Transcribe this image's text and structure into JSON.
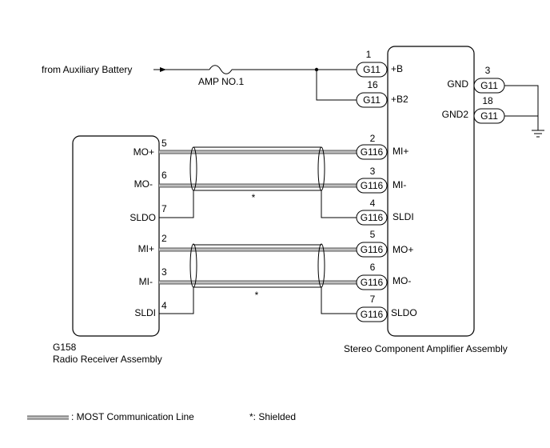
{
  "source_label": "from Auxiliary Battery",
  "fuse_label": "AMP NO.1",
  "shield_mark": "*",
  "radio": {
    "connector": "G158",
    "name": "Radio Receiver Assembly",
    "pins": [
      {
        "num": "5",
        "label": "MO+"
      },
      {
        "num": "6",
        "label": "MO-"
      },
      {
        "num": "7",
        "label": "SLDO"
      },
      {
        "num": "2",
        "label": "MI+"
      },
      {
        "num": "3",
        "label": "MI-"
      },
      {
        "num": "4",
        "label": "SLDI"
      }
    ]
  },
  "amp": {
    "name": "Stereo Component Amplifier Assembly",
    "power_pins": [
      {
        "num": "1",
        "connector": "G11",
        "label": "+B"
      },
      {
        "num": "16",
        "connector": "G11",
        "label": "+B2"
      }
    ],
    "ground_pins": [
      {
        "num": "3",
        "connector": "G11",
        "label": "GND"
      },
      {
        "num": "18",
        "connector": "G11",
        "label": "GND2"
      }
    ],
    "signal_pins": [
      {
        "num": "2",
        "connector": "G116",
        "label": "MI+"
      },
      {
        "num": "3",
        "connector": "G116",
        "label": "MI-"
      },
      {
        "num": "4",
        "connector": "G116",
        "label": "SLDI"
      },
      {
        "num": "5",
        "connector": "G116",
        "label": "MO+"
      },
      {
        "num": "6",
        "connector": "G116",
        "label": "MO-"
      },
      {
        "num": "7",
        "connector": "G116",
        "label": "SLDO"
      }
    ]
  },
  "legend": {
    "most_line": ": MOST Communication Line",
    "shielded": "*: Shielded"
  }
}
